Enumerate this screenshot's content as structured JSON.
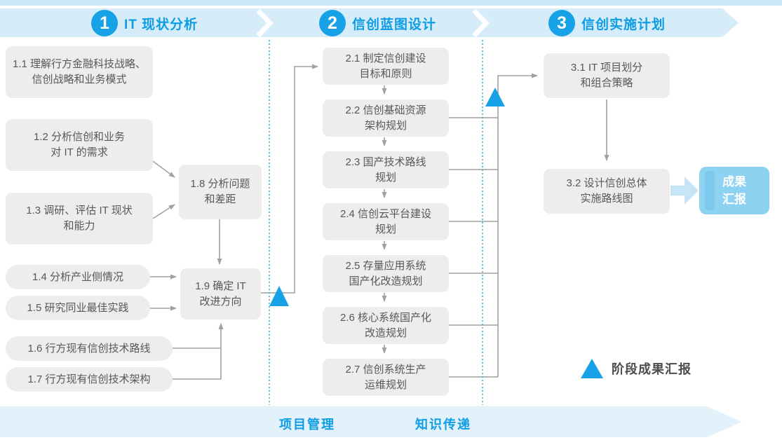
{
  "colors": {
    "accent_blue": "#17a2e7",
    "title_blue": "#0d9de4",
    "banner_band": "#d7ecf9",
    "banner_strip": "#cde9f7",
    "bottom_band": "#e3f1fb",
    "box_bg": "#ededed",
    "box_text": "#595757",
    "connector_gray": "#a1a1a1",
    "dotted_cyan": "#2aabe3",
    "result_box_bg": "#8ed2f2",
    "fat_arrow": "#c7e5f7"
  },
  "phases": [
    {
      "number": "1",
      "title": "IT 现状分析"
    },
    {
      "number": "2",
      "title": "信创蓝图设计"
    },
    {
      "number": "3",
      "title": "信创实施计划"
    }
  ],
  "phase1": {
    "steps": [
      {
        "label": "1.1 理解行方金融科技战略、\n信创战略和业务模式"
      },
      {
        "label": "1.2 分析信创和业务\n对 IT 的需求"
      },
      {
        "label": "1.3 调研、评估 IT 现状\n和能力"
      },
      {
        "label": "1.4 分析产业侧情况"
      },
      {
        "label": "1.5 研究同业最佳实践"
      },
      {
        "label": "1.6 行方现有信创技术路线"
      },
      {
        "label": "1.7 行方现有信创技术架构"
      },
      {
        "label": "1.8 分析问题\n和差距"
      },
      {
        "label": "1.9 确定 IT\n改进方向"
      }
    ]
  },
  "phase2": {
    "steps": [
      {
        "label": "2.1 制定信创建设\n目标和原则"
      },
      {
        "label": "2.2 信创基础资源\n架构规划"
      },
      {
        "label": "2.3 国产技术路线\n规划"
      },
      {
        "label": "2.4 信创云平台建设\n规划"
      },
      {
        "label": "2.5 存量应用系统\n国产化改造规划"
      },
      {
        "label": "2.6 核心系统国产化\n改造规划"
      },
      {
        "label": "2.7 信创系统生产\n运维规划"
      }
    ]
  },
  "phase3": {
    "steps": [
      {
        "label": "3.1 IT 项目划分\n和组合策略"
      },
      {
        "label": "3.2 设计信创总体\n实施路线图"
      }
    ],
    "result": "成果\n汇报"
  },
  "legend": {
    "milestone": "阶段成果汇报"
  },
  "bottom_banner": {
    "items": [
      "项目管理",
      "知识传递"
    ]
  }
}
